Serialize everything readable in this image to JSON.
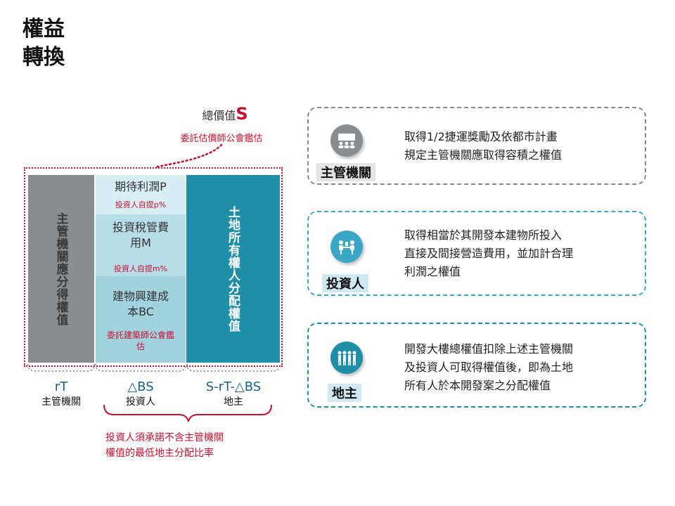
{
  "title": [
    "權益",
    "轉換"
  ],
  "total": {
    "label": "總價值",
    "symbol": "S",
    "note": "委託估價師公會鑑估"
  },
  "left_col": {
    "text": "主管機關應分得權值"
  },
  "right_col": {
    "text": "土地所有權人分配權值"
  },
  "middle": [
    {
      "main": "期待利潤P",
      "sub": "投資人自提p%"
    },
    {
      "main": "投資稅管費用M",
      "sub": "投資人自提m%"
    },
    {
      "main": "建物興建成本BC",
      "sub": "委託建築師公會鑑估"
    }
  ],
  "bottom": [
    {
      "formula": "rT",
      "label": "主管機關"
    },
    {
      "formula": "△BS",
      "label": "投資人"
    },
    {
      "formula": "S-rT-△BS",
      "label": "地主"
    }
  ],
  "note": [
    "投資人須承諾不含主管機關",
    "權值的最低地主分配比率"
  ],
  "cards": [
    {
      "role": "主管機關",
      "icon": "meeting-audience-icon",
      "lines": [
        "取得1/2捷運獎勵及依都市計畫",
        "規定主管機關應取得容積之權值"
      ]
    },
    {
      "role": "投資人",
      "icon": "business-meeting-icon",
      "lines": [
        "取得相當於其開發本建物所投入",
        "直接及間接營造費用，並加計合理",
        "利潤之權值"
      ]
    },
    {
      "role": "地主",
      "icon": "people-group-icon",
      "lines": [
        "開發大樓總權值扣除上述主管機關",
        "及投資人可取得權值後，即為土地",
        "所有人於本開發案之分配權值"
      ]
    }
  ],
  "colors": {
    "red": "#c8102e",
    "teal": "#1f8fa8",
    "gray": "#8a8d90",
    "light_blue": "#3aa7c6"
  }
}
